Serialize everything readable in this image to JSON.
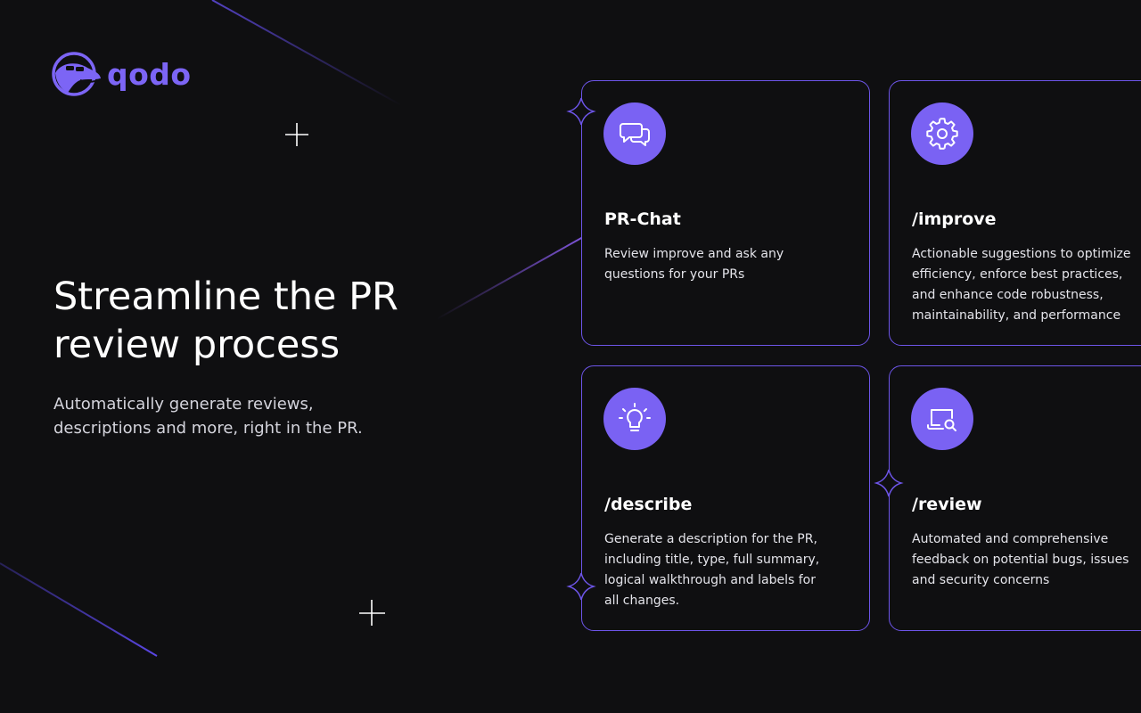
{
  "brand": {
    "name": "qodo",
    "color": "#7c65f5"
  },
  "hero": {
    "title_line1": "Streamline the PR",
    "title_line2": "review process",
    "subtitle_line1": "Automatically generate reviews,",
    "subtitle_line2": "descriptions and more, right in the PR."
  },
  "cards": [
    {
      "icon": "chat-bubbles-icon",
      "title": "PR-Chat",
      "lines": [
        "Review improve and ask any",
        "questions for your PRs"
      ]
    },
    {
      "icon": "gear-icon",
      "title": "/improve",
      "lines": [
        "Actionable suggestions to optimize",
        "efficiency, enforce best practices,",
        "and enhance  code robustness,",
        "maintainability, and performance"
      ]
    },
    {
      "icon": "lightbulb-icon",
      "title": "/describe",
      "lines": [
        "Generate a description for the PR,",
        "including title, type, full summary,",
        "logical walkthrough and labels for",
        "all changes."
      ]
    },
    {
      "icon": "laptop-search-icon",
      "title": "/review",
      "lines": [
        "Automated and comprehensive",
        "feedback on potential bugs, issues",
        "and security concerns"
      ]
    }
  ],
  "colors": {
    "background": "#0f0f11",
    "accent": "#7a62f3",
    "card_border": "#6d55e8"
  }
}
